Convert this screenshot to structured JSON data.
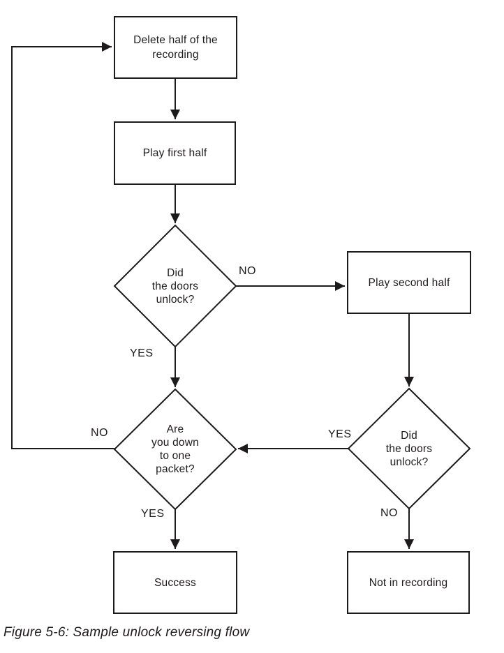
{
  "caption": "Figure 5-6: Sample unlock reversing flow",
  "colors": {
    "ink": "#1d1a1b",
    "background": "#ffffff"
  },
  "nodes": {
    "delete_half": {
      "type": "process",
      "label": "Delete half of the\nrecording"
    },
    "play_first_half": {
      "type": "process",
      "label": "Play first half"
    },
    "did_doors_unlock_1": {
      "type": "decision",
      "label": "Did\nthe doors\nunlock?"
    },
    "play_second_half": {
      "type": "process",
      "label": "Play second half"
    },
    "did_doors_unlock_2": {
      "type": "decision",
      "label": "Did\nthe doors\nunlock?"
    },
    "down_to_one_packet": {
      "type": "decision",
      "label": "Are\nyou down\nto one\npacket?"
    },
    "success": {
      "type": "process",
      "label": "Success"
    },
    "not_in_recording": {
      "type": "process",
      "label": "Not in recording"
    }
  },
  "edges": [
    {
      "from": "delete_half",
      "to": "play_first_half",
      "label": ""
    },
    {
      "from": "play_first_half",
      "to": "did_doors_unlock_1",
      "label": ""
    },
    {
      "from": "did_doors_unlock_1",
      "to": "play_second_half",
      "label": "NO"
    },
    {
      "from": "did_doors_unlock_1",
      "to": "down_to_one_packet",
      "label": "YES"
    },
    {
      "from": "play_second_half",
      "to": "did_doors_unlock_2",
      "label": ""
    },
    {
      "from": "did_doors_unlock_2",
      "to": "down_to_one_packet",
      "label": "YES"
    },
    {
      "from": "did_doors_unlock_2",
      "to": "not_in_recording",
      "label": "NO"
    },
    {
      "from": "down_to_one_packet",
      "to": "delete_half",
      "label": "NO"
    },
    {
      "from": "down_to_one_packet",
      "to": "success",
      "label": "YES"
    }
  ]
}
